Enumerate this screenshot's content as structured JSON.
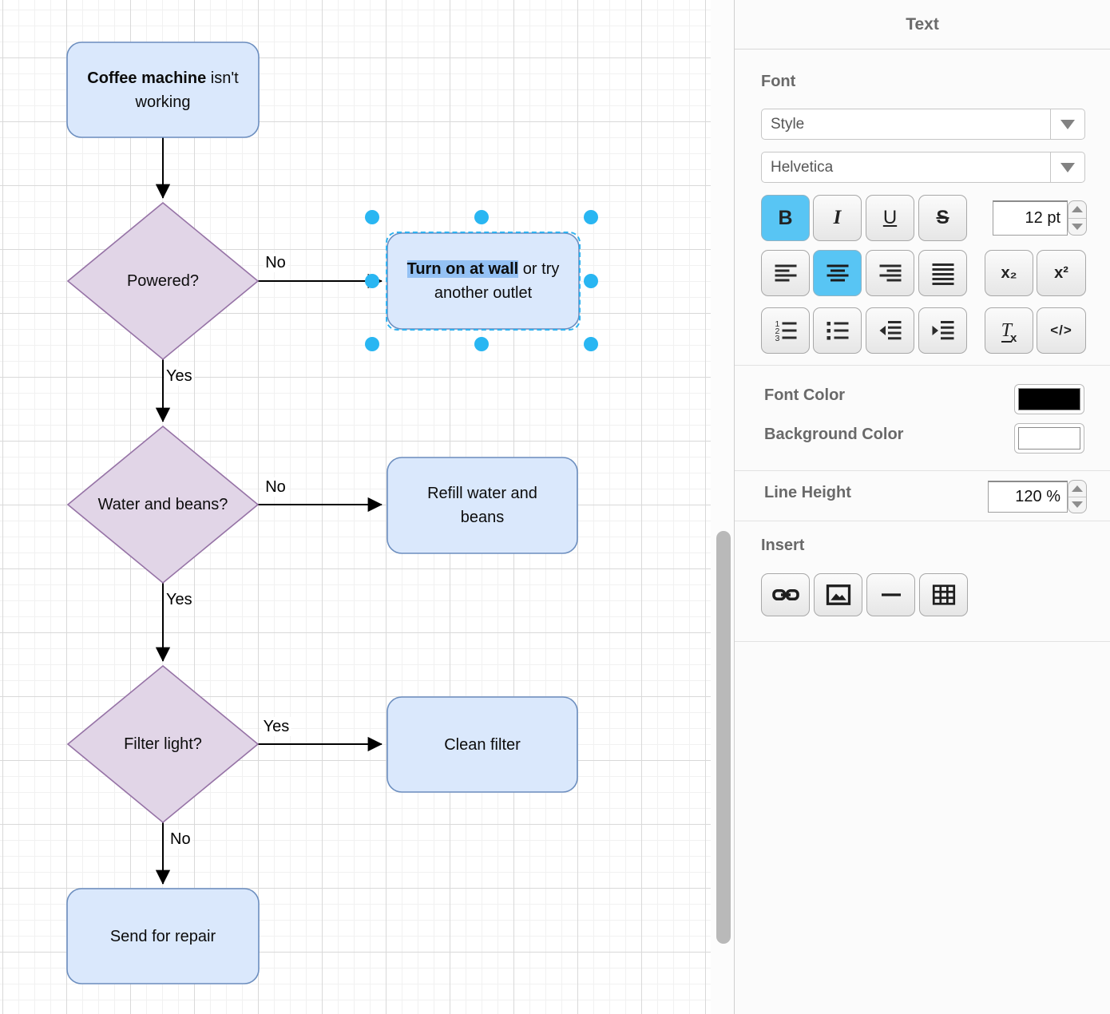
{
  "canvas": {
    "nodes": {
      "start": {
        "bold": "Coffee machine",
        "rest": " isn't working"
      },
      "powered": {
        "label": "Powered?"
      },
      "turn_on": {
        "bold": "Turn on at wall",
        "rest": " or try another outlet"
      },
      "water": {
        "label": "Water and beans?"
      },
      "refill": {
        "label": "Refill water and beans"
      },
      "filter": {
        "label": "Filter light?"
      },
      "clean": {
        "label": "Clean filter"
      },
      "repair": {
        "label": "Send for repair"
      }
    },
    "edge_labels": {
      "powered_no": "No",
      "powered_yes": "Yes",
      "water_no": "No",
      "water_yes": "Yes",
      "filter_yes": "Yes",
      "filter_no": "No"
    },
    "colors": {
      "process_fill": "#dae8fc",
      "process_stroke": "#6c8ebf",
      "decision_fill": "#e1d5e7",
      "decision_stroke": "#9673a6",
      "selection_handle": "#29b6f2",
      "selection_outline": "#2fb2f0",
      "text_highlight": "#94c1f4"
    }
  },
  "panel": {
    "title": "Text",
    "font": {
      "section_label": "Font",
      "style_select_value": "Style",
      "family_select_value": "Helvetica",
      "size_value": "12 pt",
      "bold": "B",
      "italic": "I",
      "underline": "U",
      "strikethrough": "S",
      "subscript": "x₂",
      "superscript": "x²",
      "clear_t": "T",
      "clear_x": "x",
      "html_code": "</>",
      "icons": [
        "align-left-icon",
        "align-center-icon",
        "align-right-icon",
        "align-justify-icon",
        "ordered-list-icon",
        "bullet-list-icon",
        "outdent-icon",
        "indent-icon"
      ]
    },
    "colors_section": {
      "font_color_label": "Font Color",
      "font_color_value": "#000000",
      "background_color_label": "Background Color",
      "background_color_value": "#ffffff"
    },
    "line_height": {
      "label": "Line Height",
      "value": "120 %"
    },
    "insert": {
      "label": "Insert",
      "icons": [
        "link-icon",
        "image-icon",
        "horizontal-rule-icon",
        "table-icon"
      ]
    }
  }
}
